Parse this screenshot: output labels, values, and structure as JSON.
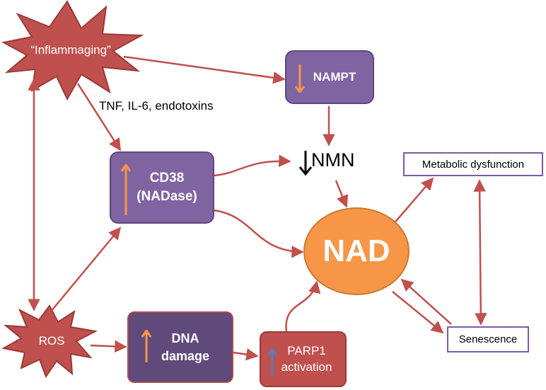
{
  "nodes": {
    "inflammaging": "“Inflammaging”",
    "ros": "ROS",
    "nampt": "NAMPT",
    "cd38_line1": "CD38",
    "cd38_line2": "(NADase)",
    "nmn": "NMN",
    "nad": "NAD",
    "dna_line1": "DNA",
    "dna_line2": "damage",
    "parp1_line1": "PARP1",
    "parp1_line2": "activation",
    "metabolic": "Metabolic dysfunction",
    "senescence": "Senescence"
  },
  "labels": {
    "tnf": "TNF, IL-6, endotoxins"
  },
  "colors": {
    "arrow": "#c0504d",
    "purple": "#8064a2",
    "dark_purple": "#604a7b",
    "red": "#c0504d",
    "orange": "#f79646",
    "up_arrow_orange": "#f79646",
    "up_arrow_blue": "#4f81bd",
    "down_arrow_black": "#000000"
  }
}
